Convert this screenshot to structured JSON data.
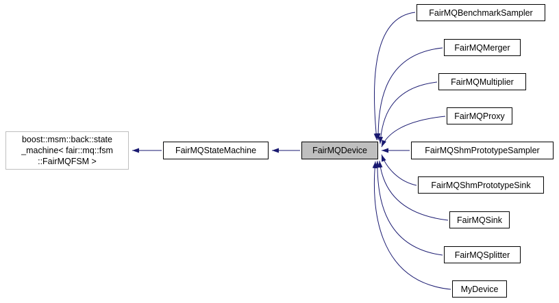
{
  "diagram": {
    "kind": "inheritance-graph",
    "colors": {
      "edge": "#191970",
      "node_border": "#000000",
      "external_node_border": "#bebebe",
      "current_node_fill": "#bfbfbf",
      "background": "#ffffff"
    },
    "nodes": {
      "external_base": {
        "lines": {
          "0": "boost::msm::back::state",
          "1": "_machine< fair::mq::fsm",
          "2": "::FairMQFSM >"
        }
      },
      "base": {
        "label": "FairMQStateMachine"
      },
      "current": {
        "label": "FairMQDevice"
      },
      "derived": [
        {
          "label": "FairMQBenchmarkSampler"
        },
        {
          "label": "FairMQMerger"
        },
        {
          "label": "FairMQMultiplier"
        },
        {
          "label": "FairMQProxy"
        },
        {
          "label": "FairMQShmPrototypeSampler"
        },
        {
          "label": "FairMQShmPrototypeSink"
        },
        {
          "label": "FairMQSink"
        },
        {
          "label": "FairMQSplitter"
        },
        {
          "label": "MyDevice"
        }
      ]
    }
  }
}
